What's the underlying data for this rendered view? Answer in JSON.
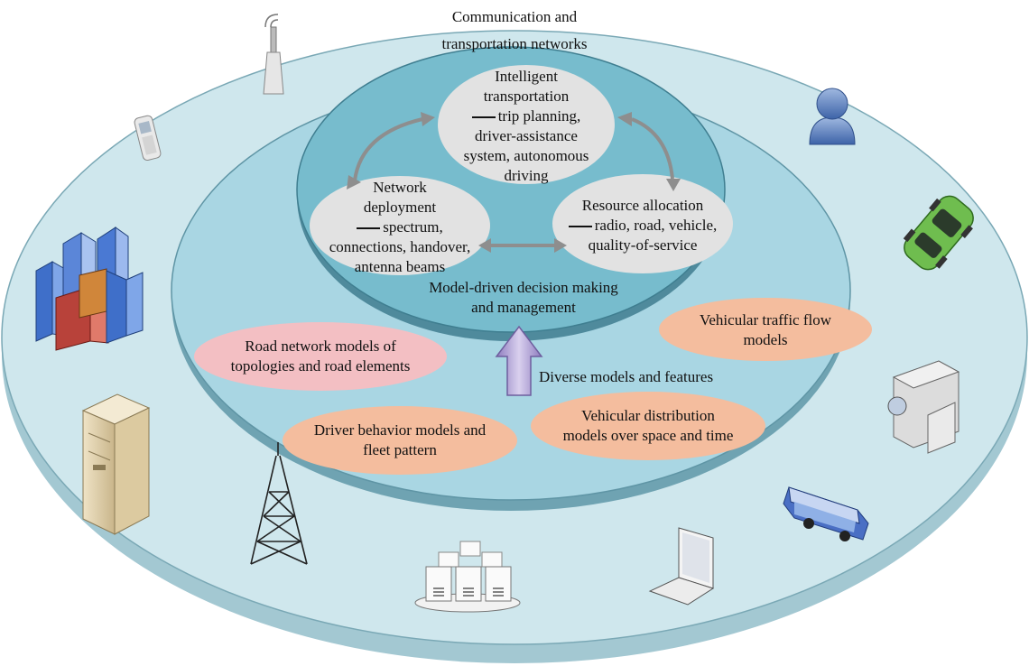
{
  "outer_label": {
    "line1": "Communication and",
    "line2": "transportation networks"
  },
  "inner_label": {
    "line1": "Model-driven decision making",
    "line2": "and management"
  },
  "arrow_label": "Diverse models and features",
  "top_bubbles": {
    "intelligent": {
      "line1": "Intelligent",
      "line2": "transportation",
      "line3": "trip planning,",
      "line4": "driver-assistance",
      "line5": "system, autonomous",
      "line6": "driving"
    },
    "network": {
      "line1": "Network",
      "line2": "deployment",
      "line3": "spectrum,",
      "line4": "connections, handover,",
      "line5": "antenna beams"
    },
    "resource": {
      "line1": "Resource allocation",
      "line2": "radio, road, vehicle,",
      "line3": "quality-of-service"
    }
  },
  "model_ovals": {
    "road": {
      "line1": "Road network models of",
      "line2": "topologies and road elements",
      "color": "#f3bfc3"
    },
    "traffic": {
      "line1": "Vehicular traffic flow",
      "line2": "models",
      "color": "#f4bd9e"
    },
    "driver": {
      "line1": "Driver behavior models and",
      "line2": "fleet pattern",
      "color": "#f4bd9e"
    },
    "distribution": {
      "line1": "Vehicular distribution",
      "line2": "models over space and time",
      "color": "#f4bd9e"
    }
  },
  "colors": {
    "outer_ring": "#cfe7ed",
    "middle_disk": "#a9d6e3",
    "inner_disk": "#77bccd",
    "bubble": "#e2e2e2",
    "arrow": "#b6a6d6"
  },
  "icons": [
    "antenna-icon",
    "mobile-phone-icon",
    "user-icon",
    "car-icon",
    "city-buildings-icon",
    "server-cabinet-icon",
    "camcorder-icon",
    "transmission-tower-icon",
    "bus-icon",
    "server-cluster-icon",
    "laptop-icon"
  ]
}
